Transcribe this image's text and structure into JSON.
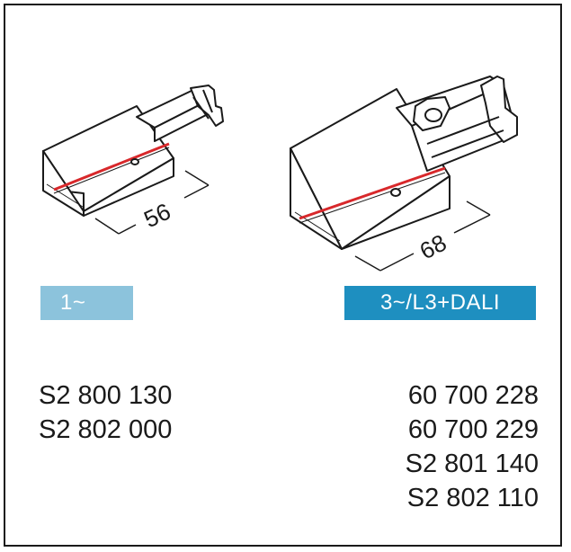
{
  "connectors": [
    {
      "dimension": "56",
      "badge": {
        "label": "1~",
        "color": "#8cc3dc"
      },
      "codes": [
        "S2 800 130",
        "S2 802 000"
      ]
    },
    {
      "dimension": "68",
      "badge": {
        "label": "3~/L3+DALI",
        "color": "#1e8fc0"
      },
      "codes": [
        "60 700 228",
        "60 700 229",
        "S2 801 140",
        "S2 802 110"
      ]
    }
  ],
  "colors": {
    "frame": "#1a1a1a",
    "stripe": "#d8282b"
  }
}
